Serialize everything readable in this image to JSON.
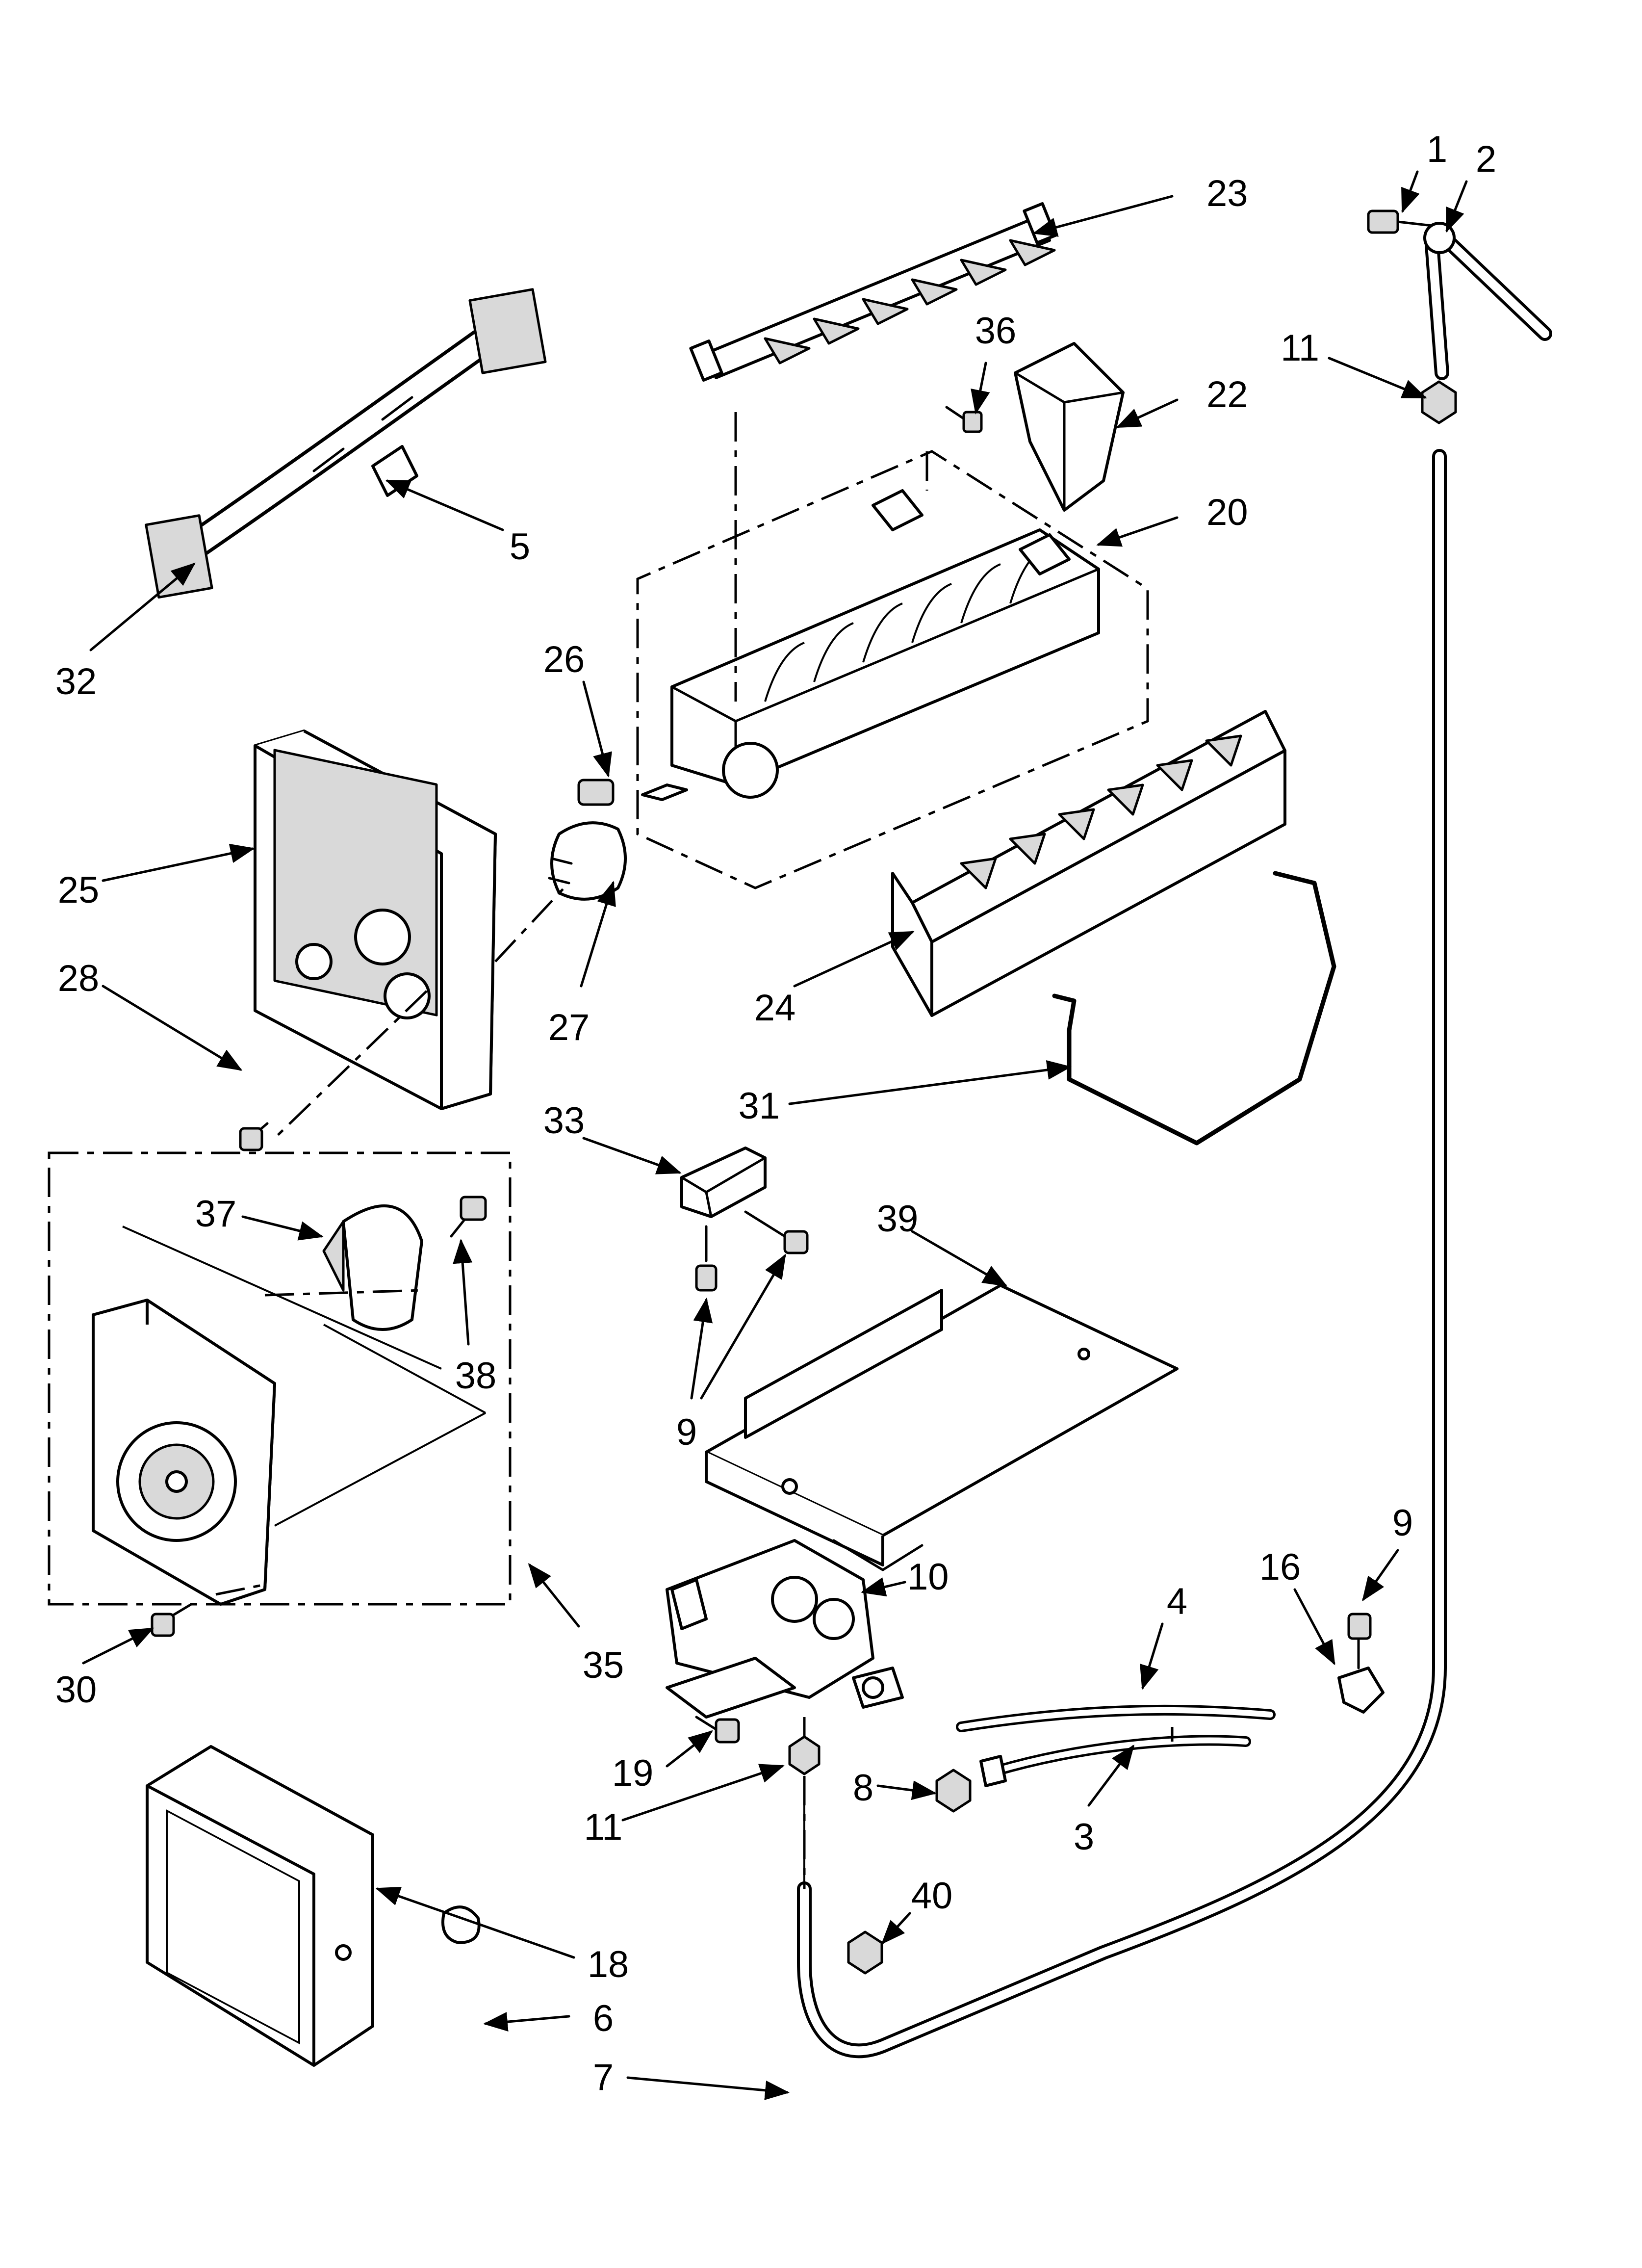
{
  "callouts": {
    "c1": "1",
    "c2": "2",
    "c3": "3",
    "c4": "4",
    "c5": "5",
    "c6": "6",
    "c7": "7",
    "c8": "8",
    "c9a": "9",
    "c9b": "9",
    "c10": "10",
    "c11a": "11",
    "c11b": "11",
    "c16": "16",
    "c18": "18",
    "c19": "19",
    "c20": "20",
    "c22": "22",
    "c23": "23",
    "c24": "24",
    "c25": "25",
    "c26": "26",
    "c27": "27",
    "c28": "28",
    "c30": "30",
    "c31": "31",
    "c32": "32",
    "c33": "33",
    "c35": "35",
    "c36": "36",
    "c37": "37",
    "c38": "38",
    "c39": "39",
    "c40": "40"
  }
}
